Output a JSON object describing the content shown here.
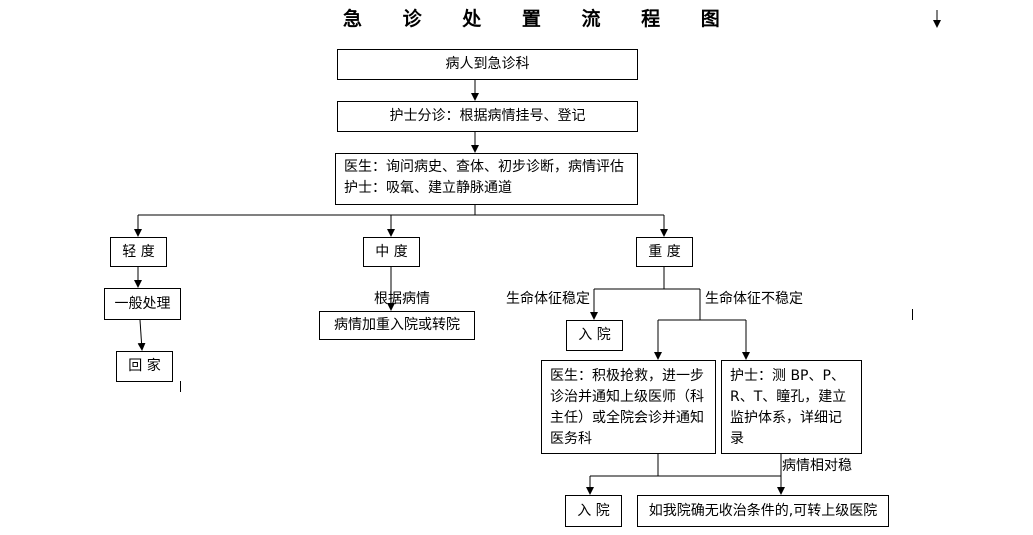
{
  "title": "急 诊 处 置 流 程 图",
  "nodes": {
    "arrive": "病人到急诊科",
    "triage": "护士分诊：根据病情挂号、登记",
    "assess_l1": "医生：询问病史、查体、初步诊断，病情评估",
    "assess_l2": "护士：吸氧、建立静脉通道",
    "mild": "轻 度",
    "moderate": "中 度",
    "severe": "重 度",
    "general": "一般处理",
    "home": "回 家",
    "worsen": "病情加重入院或转院",
    "admit1": "入 院",
    "doctor": "医生：积极抢救，进一步诊治并通知上级医师（科主任）或全院会诊并通知医务科",
    "nurse": "护士：测 BP、P、R、T、瞳孔，建立监护体系，详细记录",
    "admit2": "入 院",
    "transfer": "如我院确无收治条件的,可转上级医院"
  },
  "labels": {
    "by_condition": "根据病情",
    "vitals_stable": "生命体征稳定",
    "vitals_unstable": "生命体征不稳定",
    "relatively_stable": "病情相对稳"
  }
}
